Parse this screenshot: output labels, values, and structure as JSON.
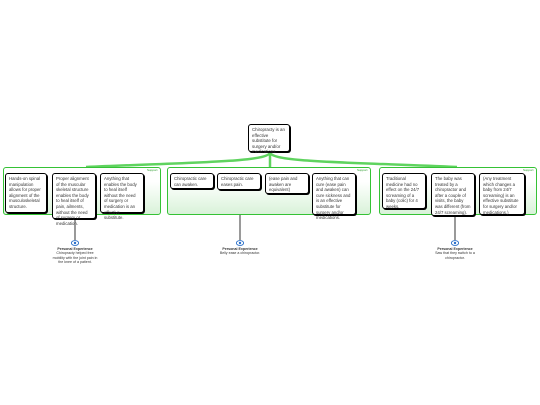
{
  "central": {
    "text": "Chiropracty is an effective substitute for surgery and/or medications."
  },
  "groups": [
    {
      "tag": "Support",
      "nodes": [
        {
          "text": "Hands-on spinal manipulation allows for proper alignment of the musculoskeletal structure."
        },
        {
          "text": "Proper alignment of the muscular skeletal structure enables the body to heal itself of pain, ailments, without the need of surgery or medication."
        },
        {
          "text": "Anything that enables the body to heal itself without the need of surgery or medication is an effective substitute."
        }
      ],
      "experience": {
        "title": "Personal Experience",
        "text": "Chiropracty helped free mobility with the joint pain in the knee of a patient."
      }
    },
    {
      "tag": "Support",
      "nodes": [
        {
          "text": "Chiropractic care can awaken."
        },
        {
          "text": "Chiropractic care eases pain."
        },
        {
          "text": "(ease pain and awaken are equivalent)"
        },
        {
          "text": "Anything that can cure (ease pain and awaken) can cure sickness and is an effective substitute for surgery and/or medications."
        }
      ],
      "experience": {
        "title": "Personal Experience",
        "text": "Belly ease a chiropractor."
      }
    },
    {
      "tag": "Support",
      "nodes": [
        {
          "text": "Traditional medicine had no effect on the 24/7 screaming of a baby (colic) for 4 weeks."
        },
        {
          "text": "The baby was treated by a chiropractor and after a couple of visits, the baby was different (from 24/7 screaming)."
        },
        {
          "text": "(Any treatment which changes a baby from 24/7 screaming) is an effective substitute for surgery and/or medications.)"
        }
      ],
      "experience": {
        "title": "Personal Experience",
        "text": "Saw that they switch to a chiropractor."
      }
    }
  ],
  "colors": {
    "connector": "#5fd35f",
    "panel_border": "#35c235",
    "node_border": "#000000",
    "eye_icon": "#2a6fc9"
  }
}
